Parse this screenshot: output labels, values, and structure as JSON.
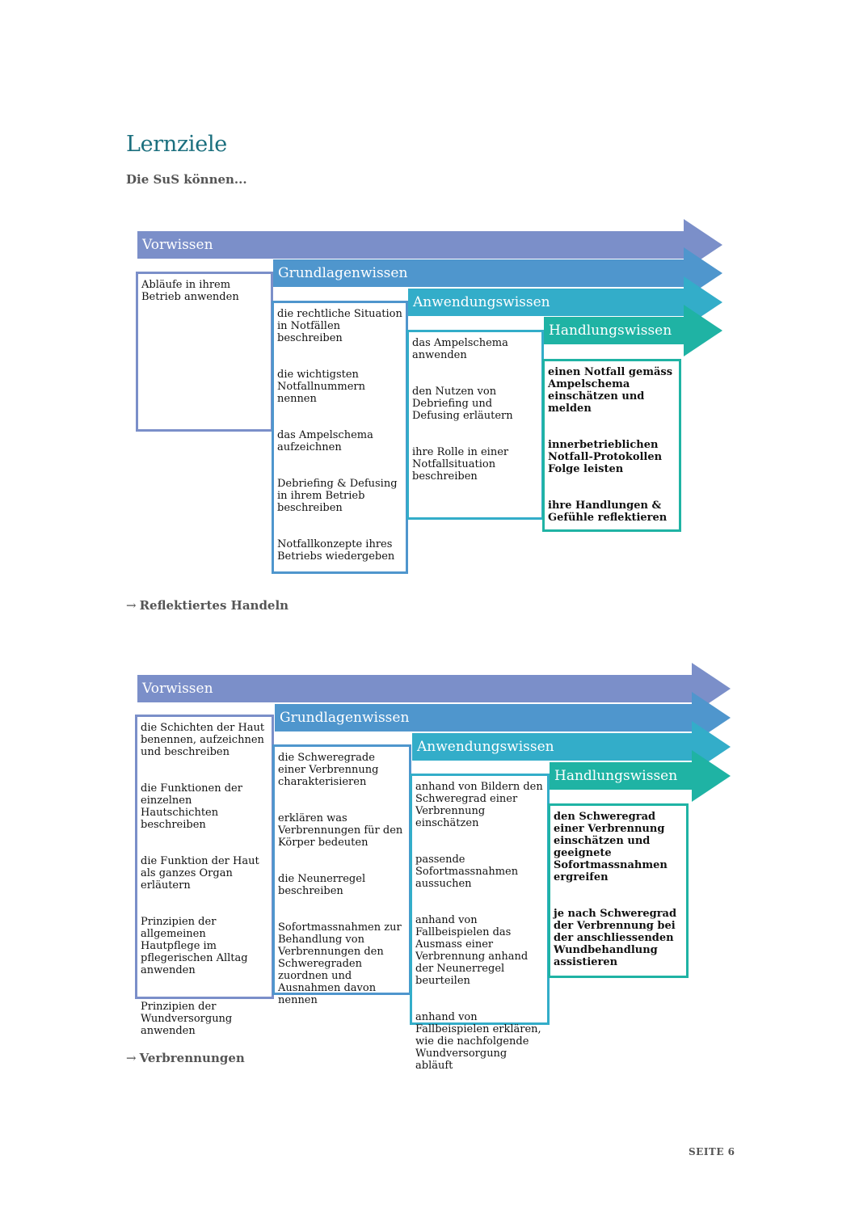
{
  "page": {
    "title": "Lernziele",
    "subtitle": "Die SuS können...",
    "page_number": "SEITE 6",
    "arrow_glyph": "→"
  },
  "diagram1": {
    "levels": [
      "Vorwissen",
      "Grundlagenwissen",
      "Anwendungswissen",
      "Handlungswissen"
    ],
    "items": {
      "vorwissen": [
        "Abläufe in ihrem Betrieb anwenden"
      ],
      "grundlagen": [
        "die rechtliche Situation in Notfällen beschreiben",
        "die wichtigsten Notfallnummern nennen",
        "das Ampelschema aufzeichnen",
        "Debriefing & Defusing in ihrem Betrieb beschreiben",
        "Notfallkonzepte ihres Betriebs wiedergeben"
      ],
      "anwendung": [
        "das Ampelschema anwenden",
        "den Nutzen von Debriefing und Defusing erläutern",
        "ihre Rolle in einer Notfallsituation beschreiben"
      ],
      "handlung": [
        "einen Notfall gemäss Ampelschema einschätzen und melden",
        "innerbetrieblichen Notfall-Protokollen Folge leisten",
        "ihre Handlungen & Gefühle reflektieren"
      ]
    },
    "summary": "Reflektiertes Handeln"
  },
  "diagram2": {
    "levels": [
      "Vorwissen",
      "Grundlagenwissen",
      "Anwendungswissen",
      "Handlungswissen"
    ],
    "items": {
      "vorwissen": [
        "die Schichten der Haut benennen, aufzeichnen und beschreiben",
        "die Funktionen der einzelnen Hautschichten beschreiben",
        "die Funktion der Haut als ganzes Organ erläutern",
        "Prinzipien der allgemeinen Hautpflege im pflegerischen Alltag anwenden",
        "Prinzipien der Wundversorgung anwenden"
      ],
      "grundlagen": [
        "die Schweregrade einer Verbrennung charakterisieren",
        "erklären was Verbrennungen für den Körper bedeuten",
        "die Neunerregel beschreiben",
        "Sofortmassnahmen zur Behandlung von Verbrennungen den Schweregraden zuordnen und Ausnahmen davon nennen"
      ],
      "anwendung": [
        "anhand von Bildern den Schweregrad einer Verbrennung einschätzen",
        "passende Sofortmassnahmen aussuchen",
        "anhand von Fallbeispielen das Ausmass einer Verbrennung anhand der Neunerregel beurteilen",
        "anhand von Fallbeispielen erklären, wie die nachfolgende Wundversorgung abläuft"
      ],
      "handlung": [
        "den Schweregrad einer Verbrennung einschätzen und geeignete Sofortmassnahmen ergreifen",
        "je nach Schweregrad der Verbrennung bei der anschliessenden Wundbehandlung assistieren"
      ]
    },
    "summary": "Verbrennungen"
  },
  "colors": {
    "vorwissen": "#7b8fc9",
    "grundlagen": "#4f96cd",
    "anwendung": "#33adc9",
    "handlung": "#1fb3a4",
    "title": "#1b6f7e"
  }
}
